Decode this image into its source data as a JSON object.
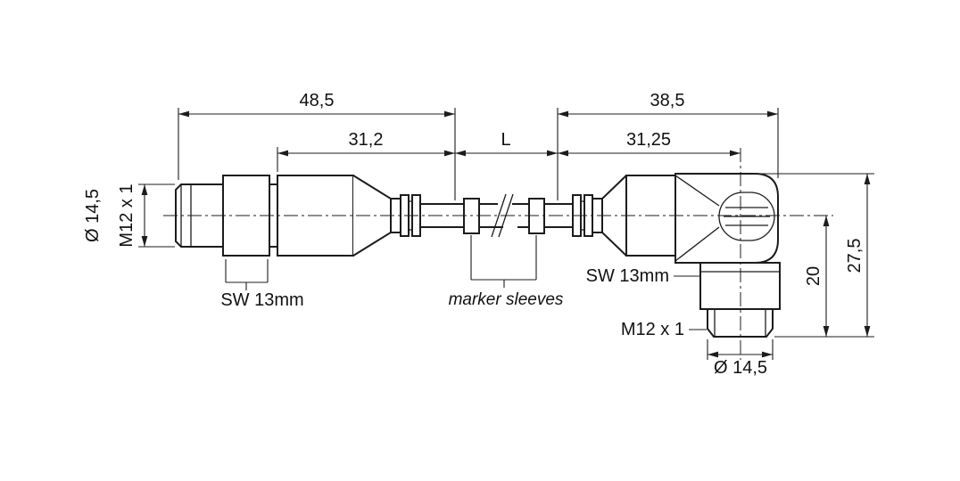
{
  "drawing": {
    "background": "#ffffff",
    "line_color": "#1c1c1c",
    "dims": {
      "left_total": "48,5",
      "left_body": "31,2",
      "cable_length": "L",
      "right_total": "38,5",
      "right_body": "31,25",
      "left_diameter": "Ø 14,5",
      "left_thread": "M12 x 1",
      "left_wrench": "SW 13mm",
      "marker_sleeves": "marker sleeves",
      "right_wrench": "SW 13mm",
      "right_thread": "M12 x 1",
      "right_diameter": "Ø 14,5",
      "right_height_total": "27,5",
      "right_height_port": "20"
    }
  }
}
